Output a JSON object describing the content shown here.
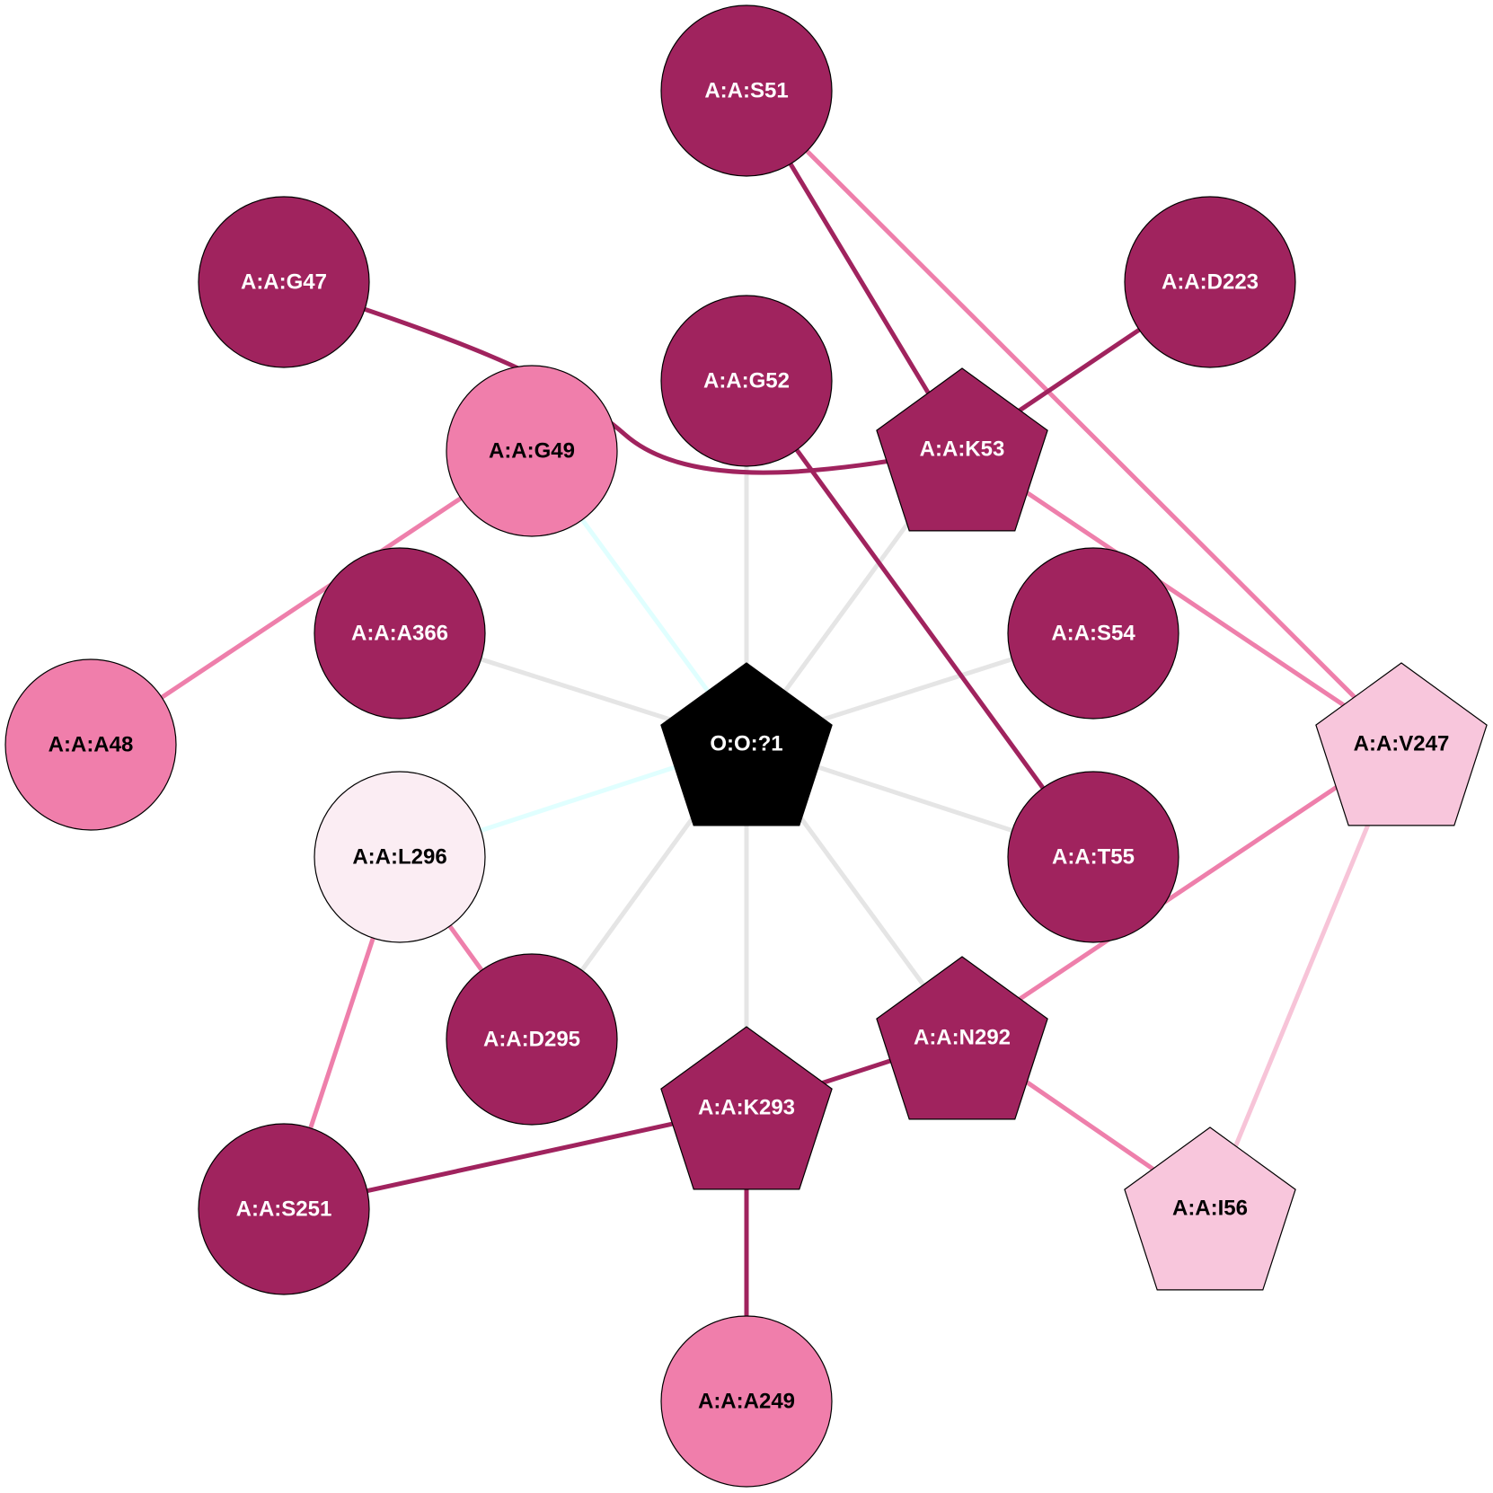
{
  "colors": {
    "dark": "#A0235E",
    "medium": "#F07EAB",
    "light": "#F8C6DC",
    "pale": "#FBEDF3",
    "center": "#000000",
    "edge_dark": "#A0235E",
    "edge_medium": "#EE7FAB",
    "edge_light": "#F7C4D8",
    "edge_gray": "#E5E5E5",
    "edge_cyan": "#E0FFFF"
  },
  "nodes": [
    {
      "id": "S51",
      "label": "A:A:S51",
      "shape": "circle",
      "fill": "dark",
      "text": "#ffffff"
    },
    {
      "id": "G47",
      "label": "A:A:G47",
      "shape": "circle",
      "fill": "dark",
      "text": "#ffffff"
    },
    {
      "id": "D223",
      "label": "A:A:D223",
      "shape": "circle",
      "fill": "dark",
      "text": "#ffffff"
    },
    {
      "id": "G52",
      "label": "A:A:G52",
      "shape": "circle",
      "fill": "dark",
      "text": "#ffffff"
    },
    {
      "id": "G49",
      "label": "A:A:G49",
      "shape": "circle",
      "fill": "medium",
      "text": "#000000"
    },
    {
      "id": "K53",
      "label": "A:A:K53",
      "shape": "pentagon",
      "fill": "dark",
      "text": "#ffffff"
    },
    {
      "id": "A366",
      "label": "A:A:A366",
      "shape": "circle",
      "fill": "dark",
      "text": "#ffffff"
    },
    {
      "id": "S54",
      "label": "A:A:S54",
      "shape": "circle",
      "fill": "dark",
      "text": "#ffffff"
    },
    {
      "id": "A48",
      "label": "A:A:A48",
      "shape": "circle",
      "fill": "medium",
      "text": "#000000"
    },
    {
      "id": "O1",
      "label": "O:O:?1",
      "shape": "pentagon",
      "fill": "center",
      "text": "#ffffff"
    },
    {
      "id": "V247",
      "label": "A:A:V247",
      "shape": "pentagon",
      "fill": "light",
      "text": "#000000"
    },
    {
      "id": "L296",
      "label": "A:A:L296",
      "shape": "circle",
      "fill": "pale",
      "text": "#000000"
    },
    {
      "id": "T55",
      "label": "A:A:T55",
      "shape": "circle",
      "fill": "dark",
      "text": "#ffffff"
    },
    {
      "id": "D295",
      "label": "A:A:D295",
      "shape": "circle",
      "fill": "dark",
      "text": "#ffffff"
    },
    {
      "id": "N292",
      "label": "A:A:N292",
      "shape": "pentagon",
      "fill": "dark",
      "text": "#ffffff"
    },
    {
      "id": "K293",
      "label": "A:A:K293",
      "shape": "pentagon",
      "fill": "dark",
      "text": "#ffffff"
    },
    {
      "id": "S251",
      "label": "A:A:S251",
      "shape": "circle",
      "fill": "dark",
      "text": "#ffffff"
    },
    {
      "id": "I56",
      "label": "A:A:I56",
      "shape": "pentagon",
      "fill": "light",
      "text": "#000000"
    },
    {
      "id": "A249",
      "label": "A:A:A249",
      "shape": "circle",
      "fill": "medium",
      "text": "#000000"
    }
  ],
  "edges": [
    {
      "from": "O1",
      "to": "G52",
      "color": "edge_gray"
    },
    {
      "from": "O1",
      "to": "K53",
      "color": "edge_gray"
    },
    {
      "from": "O1",
      "to": "A366",
      "color": "edge_gray"
    },
    {
      "from": "O1",
      "to": "S54",
      "color": "edge_gray"
    },
    {
      "from": "O1",
      "to": "T55",
      "color": "edge_gray"
    },
    {
      "from": "O1",
      "to": "D295",
      "color": "edge_gray"
    },
    {
      "from": "O1",
      "to": "N292",
      "color": "edge_gray"
    },
    {
      "from": "O1",
      "to": "K293",
      "color": "edge_gray"
    },
    {
      "from": "O1",
      "to": "G49",
      "color": "edge_cyan"
    },
    {
      "from": "O1",
      "to": "L296",
      "color": "edge_cyan"
    },
    {
      "from": "S51",
      "to": "K53",
      "color": "edge_dark"
    },
    {
      "from": "S51",
      "to": "V247",
      "color": "edge_medium"
    },
    {
      "from": "D223",
      "to": "K53",
      "color": "edge_dark"
    },
    {
      "from": "G47",
      "to": "K53",
      "color": "edge_dark",
      "curved": true
    },
    {
      "from": "G52",
      "to": "T55",
      "color": "edge_dark"
    },
    {
      "from": "K53",
      "to": "V247",
      "color": "edge_medium"
    },
    {
      "from": "G49",
      "to": "A48",
      "color": "edge_medium"
    },
    {
      "from": "V247",
      "to": "N292",
      "color": "edge_medium"
    },
    {
      "from": "V247",
      "to": "I56",
      "color": "edge_light"
    },
    {
      "from": "L296",
      "to": "D295",
      "color": "edge_medium"
    },
    {
      "from": "L296",
      "to": "S251",
      "color": "edge_medium"
    },
    {
      "from": "N292",
      "to": "K293",
      "color": "edge_dark"
    },
    {
      "from": "N292",
      "to": "I56",
      "color": "edge_medium"
    },
    {
      "from": "K293",
      "to": "S251",
      "color": "edge_dark"
    },
    {
      "from": "K293",
      "to": "A249",
      "color": "edge_dark"
    }
  ]
}
